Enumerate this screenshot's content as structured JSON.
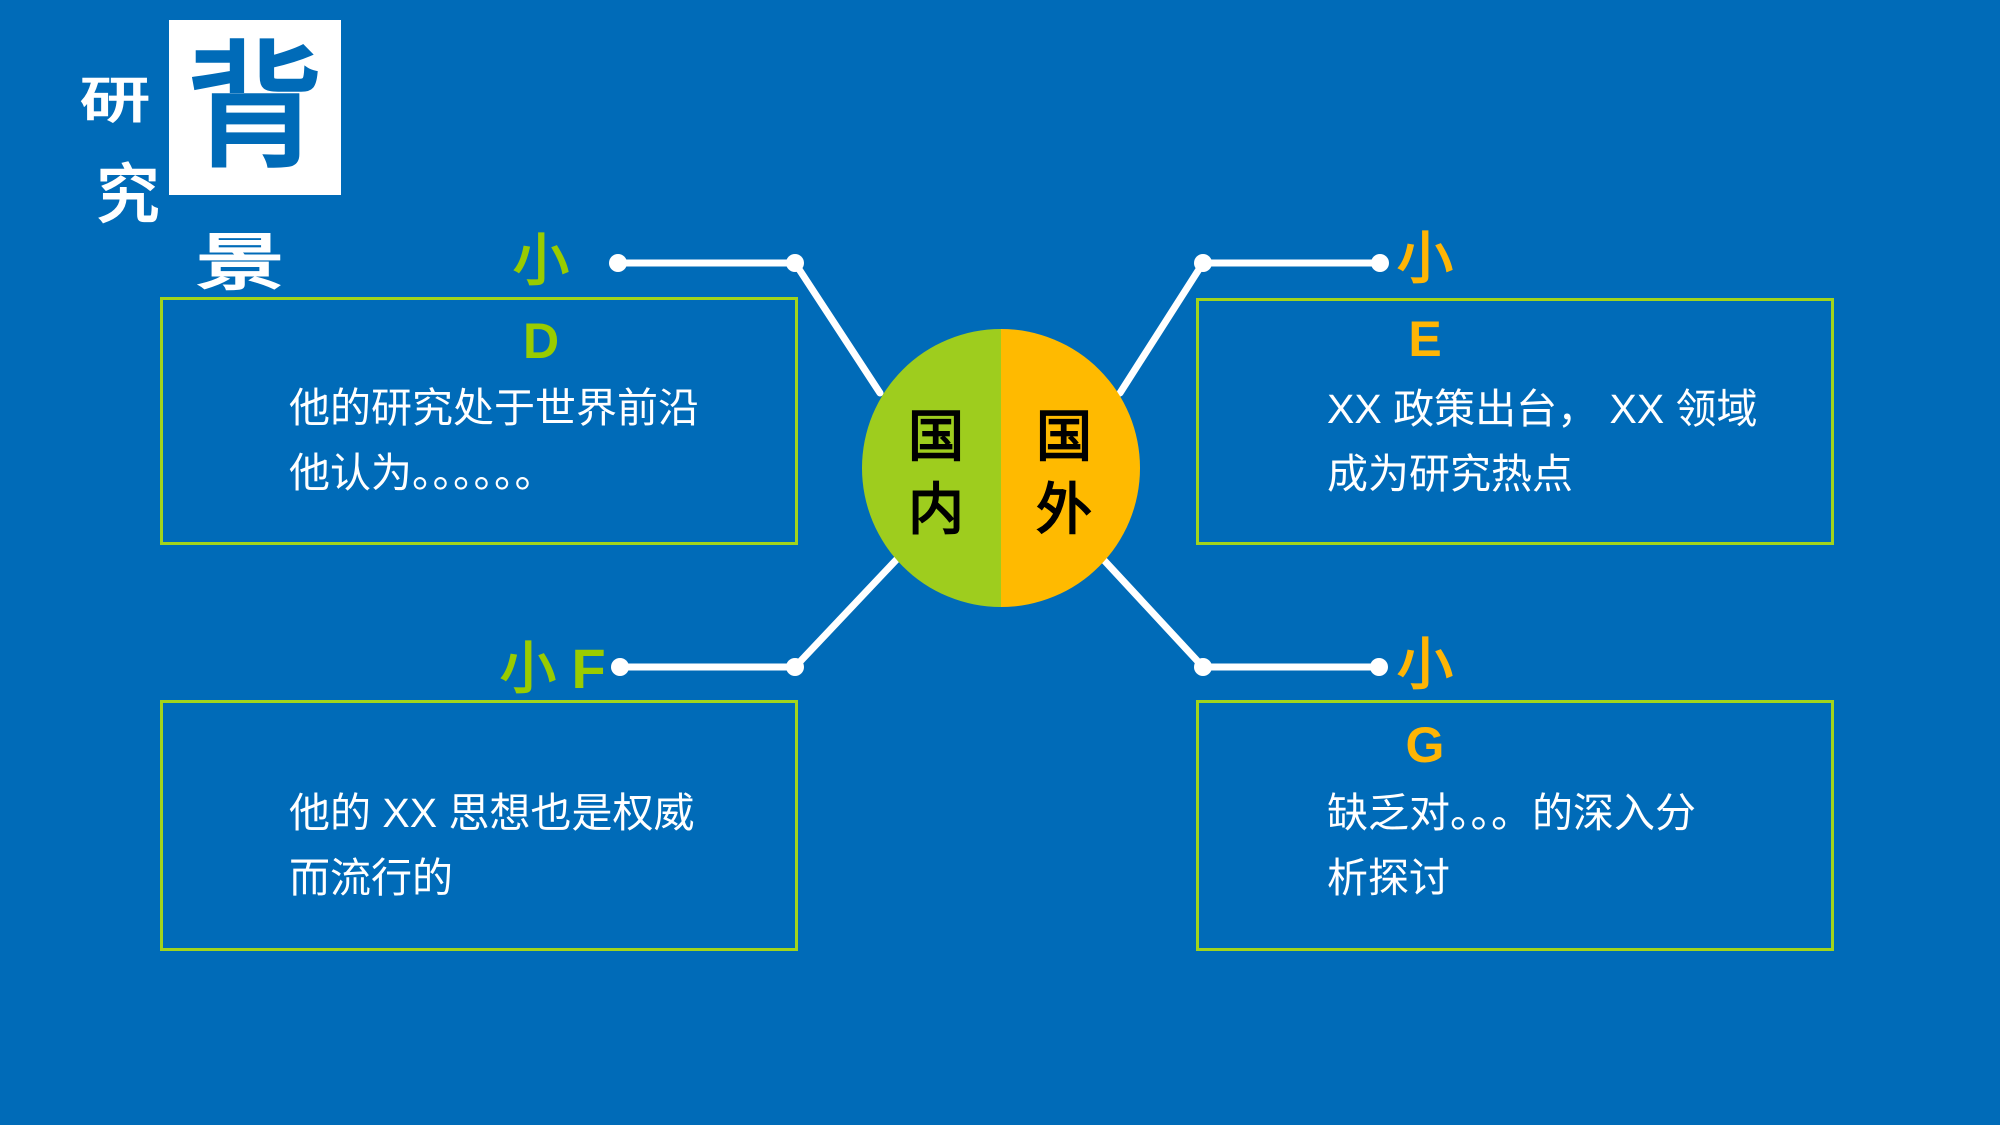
{
  "slide": {
    "kind": "presentation-slide",
    "topic": "research-background-diagram"
  },
  "title": {
    "char_yan": "研",
    "char_jiu": "究",
    "char_bei": "背",
    "char_jing": "景",
    "full": "研究背景"
  },
  "center": {
    "left_half": {
      "char_top": "国",
      "char_bottom": "内",
      "full": "国内"
    },
    "right_half": {
      "char_top": "国",
      "char_bottom": "外",
      "full": "国外"
    }
  },
  "boxes": {
    "top_left": {
      "label_line1": "小",
      "label_line2": "D",
      "label": "小D",
      "line1": "他的研究处于世界前沿",
      "line2": "他认为。。。。。。"
    },
    "top_right": {
      "label_line1": "小",
      "label_line2": "E",
      "label": "小E",
      "line1": "XX 政策出台， XX 领域",
      "line2": "成为研究热点"
    },
    "bottom_left": {
      "label": "小 F",
      "line1": "他的 XX 思想也是权威",
      "line2": "而流行的"
    },
    "bottom_right": {
      "label_line1": "小",
      "label_line2": "G",
      "label": "小G",
      "line1": "缺乏对。。。的深入分",
      "line2": "析探讨"
    }
  },
  "colors": {
    "background_blue": "#006BB8",
    "circle_green": "#9ECD1E",
    "circle_orange": "#FFBA00",
    "box_border_green": "#A2D41C",
    "label_green": "#99CC00",
    "label_orange": "#FFB505",
    "connector_white": "#FFFFFF",
    "body_text_white": "#FFFFFF",
    "circle_text_black": "#000000",
    "title_box_white": "#FFFFFF"
  }
}
